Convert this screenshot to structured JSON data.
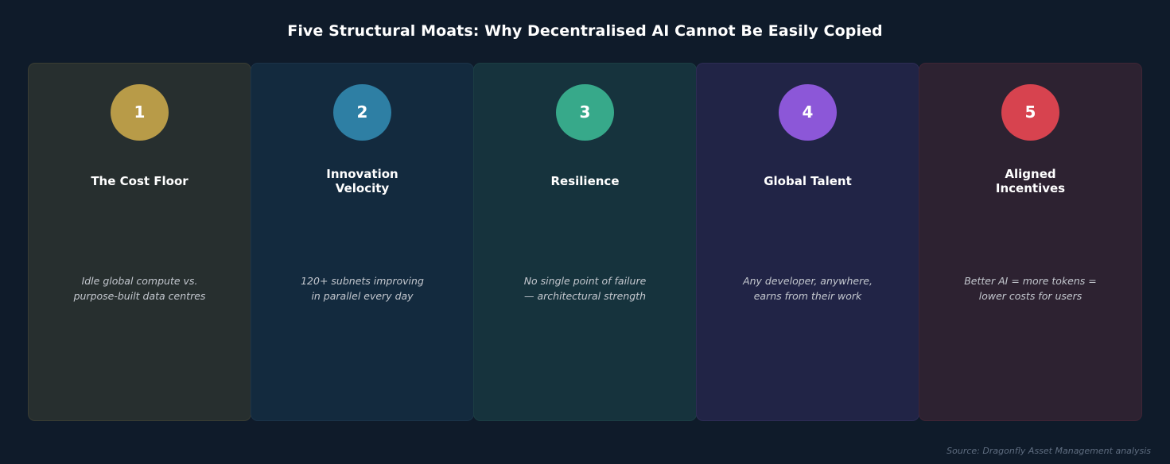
{
  "title": "Five Structural Moats: Why Decentralised AI Cannot Be Easily Copied",
  "cards": [
    {
      "number": "1",
      "title": "The Cost Floor",
      "description": "Idle global compute vs. purpose-built data centres",
      "accent": "#b89b48",
      "background": "#272f2f",
      "border": "#3a3d33"
    },
    {
      "number": "2",
      "title": "Innovation Velocity",
      "description": "120+ subnets improving in parallel every day",
      "accent": "#2e7fa4",
      "background": "#132a3e",
      "border": "#1b3349"
    },
    {
      "number": "3",
      "title": "Resilience",
      "description": "No single point of failure — architectural strength",
      "accent": "#37a98a",
      "background": "#16333d",
      "border": "#1b3e43"
    },
    {
      "number": "4",
      "title": "Global Talent",
      "description": "Any developer, anywhere, earns from their work",
      "accent": "#8c57d8",
      "background": "#212446",
      "border": "#2d2c54"
    },
    {
      "number": "5",
      "title": "Aligned Incentives",
      "description": "Better AI = more tokens = lower costs for users",
      "accent": "#d7434f",
      "background": "#2d2231",
      "border": "#3f2535"
    }
  ],
  "source": "Source: Dragonfly Asset Management analysis"
}
